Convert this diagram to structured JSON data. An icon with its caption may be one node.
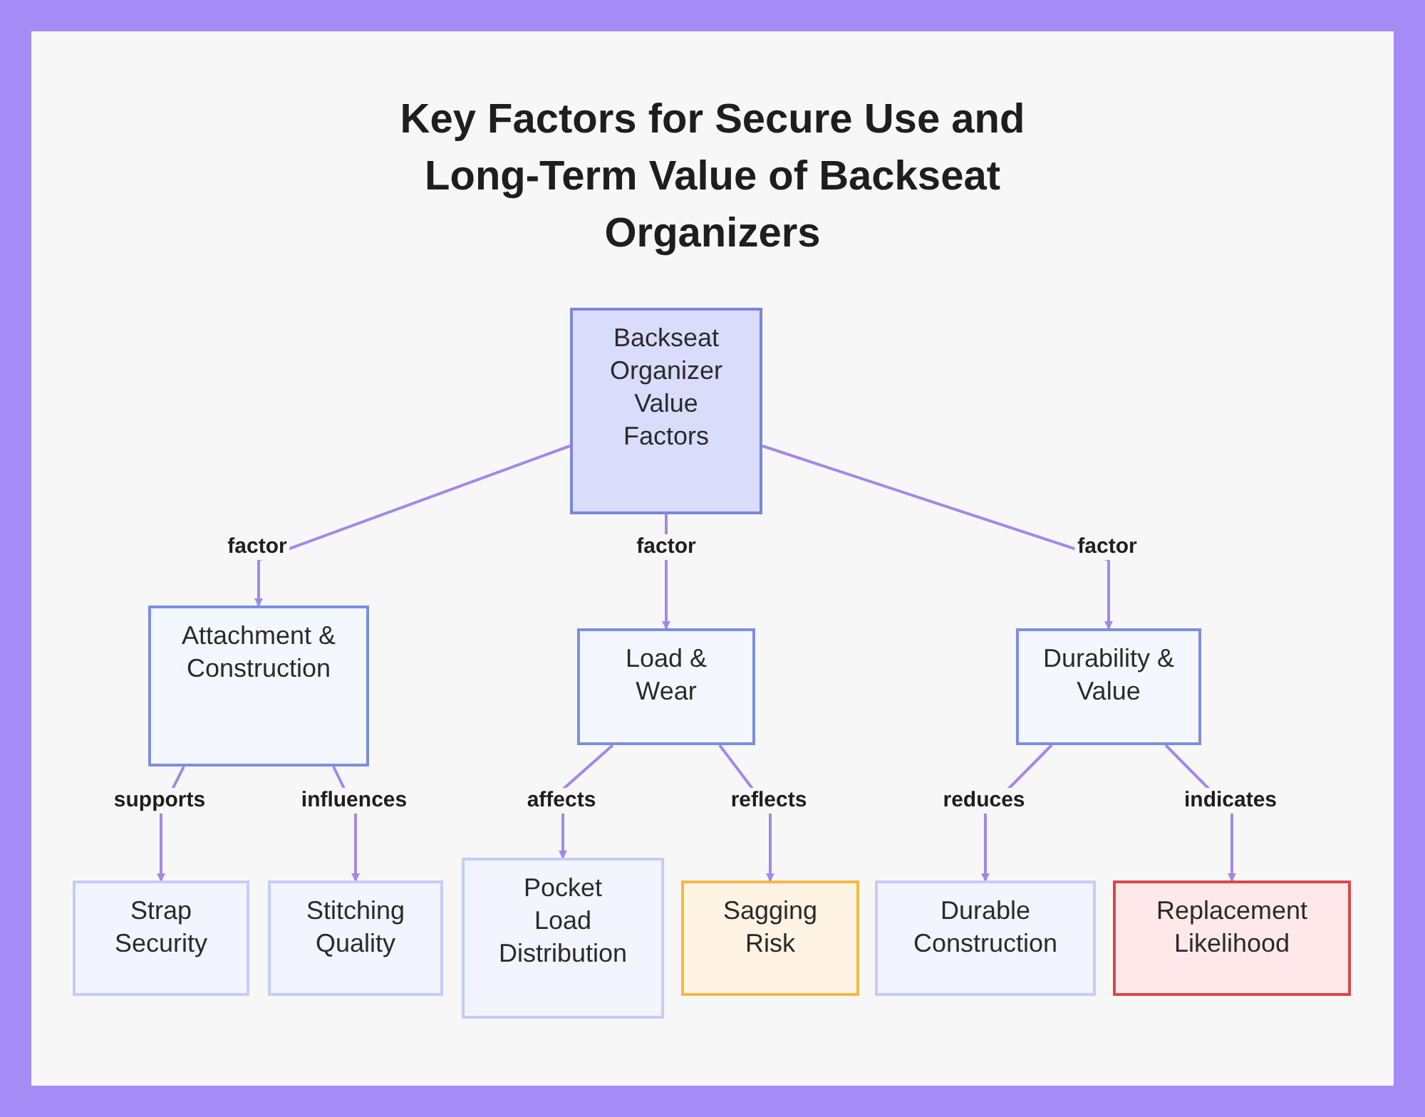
{
  "diagram": {
    "title": "Key Factors for Secure Use and Long-Term Value of Backseat Organizers",
    "nodes": [
      {
        "text": [
          "Backseat Organizer Value Factors"
        ]
      },
      {
        "text": [
          "Attachment & Construction"
        ]
      },
      {
        "text": [
          "Load & Wear"
        ]
      },
      {
        "text": [
          "Durability & Value"
        ]
      },
      {
        "text": [
          "Strap Security"
        ]
      },
      {
        "text": [
          "Stitching Quality"
        ]
      },
      {
        "text": [
          "Pocket Load Distribution"
        ]
      },
      {
        "text": [
          "Sagging Risk"
        ]
      },
      {
        "text": [
          "Durable Construction"
        ]
      },
      {
        "text": [
          "Replacement Likelihood"
        ]
      }
    ],
    "edges": [
      {
        "from": 0,
        "to": 1,
        "arrow": "to",
        "label": "factor"
      },
      {
        "from": 0,
        "to": 2,
        "arrow": "to",
        "label": "factor"
      },
      {
        "from": 0,
        "to": 3,
        "arrow": "to",
        "label": "factor"
      },
      {
        "from": 1,
        "to": 4,
        "arrow": "to",
        "label": "supports"
      },
      {
        "from": 1,
        "to": 5,
        "arrow": "to",
        "label": "influences"
      },
      {
        "from": 2,
        "to": 6,
        "arrow": "to",
        "label": "affects"
      },
      {
        "from": 2,
        "to": 7,
        "arrow": "to",
        "label": "reflects"
      },
      {
        "from": 3,
        "to": 8,
        "arrow": "to",
        "label": "reduces"
      },
      {
        "from": 3,
        "to": 9,
        "arrow": "to",
        "label": "indicates"
      }
    ]
  }
}
